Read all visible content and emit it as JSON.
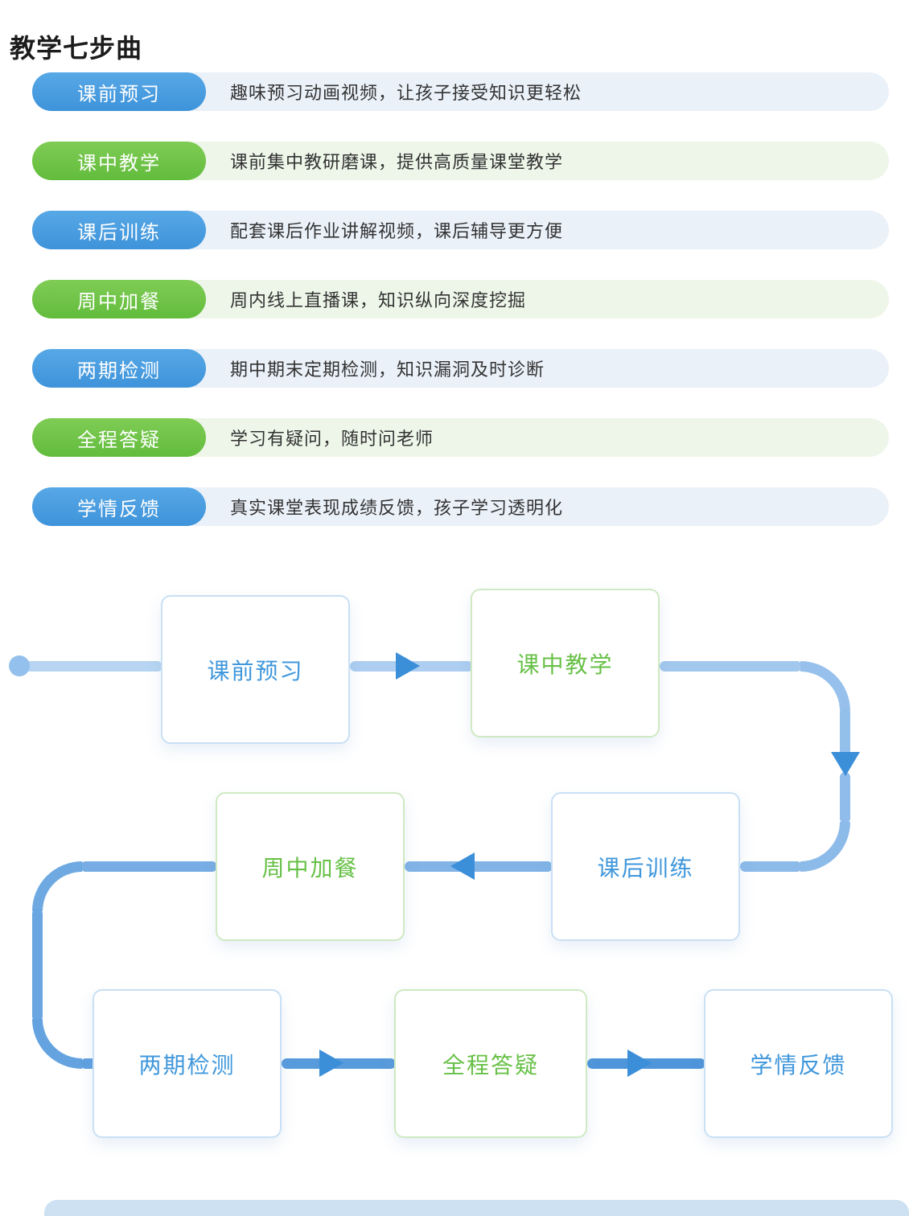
{
  "page": {
    "title": "教学七步曲"
  },
  "steps": [
    {
      "label": "课前预习",
      "desc": "趣味预习动画视频，让孩子接受知识更轻松",
      "color": "blue"
    },
    {
      "label": "课中教学",
      "desc": "课前集中教研磨课，提供高质量课堂教学",
      "color": "green"
    },
    {
      "label": "课后训练",
      "desc": "配套课后作业讲解视频，课后辅导更方便",
      "color": "blue"
    },
    {
      "label": "周中加餐",
      "desc": "周内线上直播课，知识纵向深度挖掘",
      "color": "green"
    },
    {
      "label": "两期检测",
      "desc": "期中期末定期检测，知识漏洞及时诊断",
      "color": "blue"
    },
    {
      "label": "全程答疑",
      "desc": "学习有疑问，随时问老师",
      "color": "green"
    },
    {
      "label": "学情反馈",
      "desc": "真实课堂表现成绩反馈，孩子学习透明化",
      "color": "blue"
    }
  ],
  "flow": {
    "sequence": [
      "课前预习",
      "课中教学",
      "课后训练",
      "周中加餐",
      "两期检测",
      "全程答疑",
      "学情反馈"
    ],
    "nodes": [
      {
        "label": "课前预习",
        "color": "blue"
      },
      {
        "label": "课中教学",
        "color": "green"
      },
      {
        "label": "课后训练",
        "color": "blue"
      },
      {
        "label": "周中加餐",
        "color": "green"
      },
      {
        "label": "两期检测",
        "color": "blue"
      },
      {
        "label": "全程答疑",
        "color": "green"
      },
      {
        "label": "学情反馈",
        "color": "blue"
      }
    ]
  },
  "colors": {
    "blue_accent": "#4a9fe0",
    "green_accent": "#6cc24a",
    "arrow": "#3b8ed8",
    "line_start": "#b7d5f2",
    "line_end": "#4f95da",
    "row_bg_blue": "#ebf1f9",
    "row_bg_green": "#eef6e9",
    "footer": "#cde1f3"
  }
}
